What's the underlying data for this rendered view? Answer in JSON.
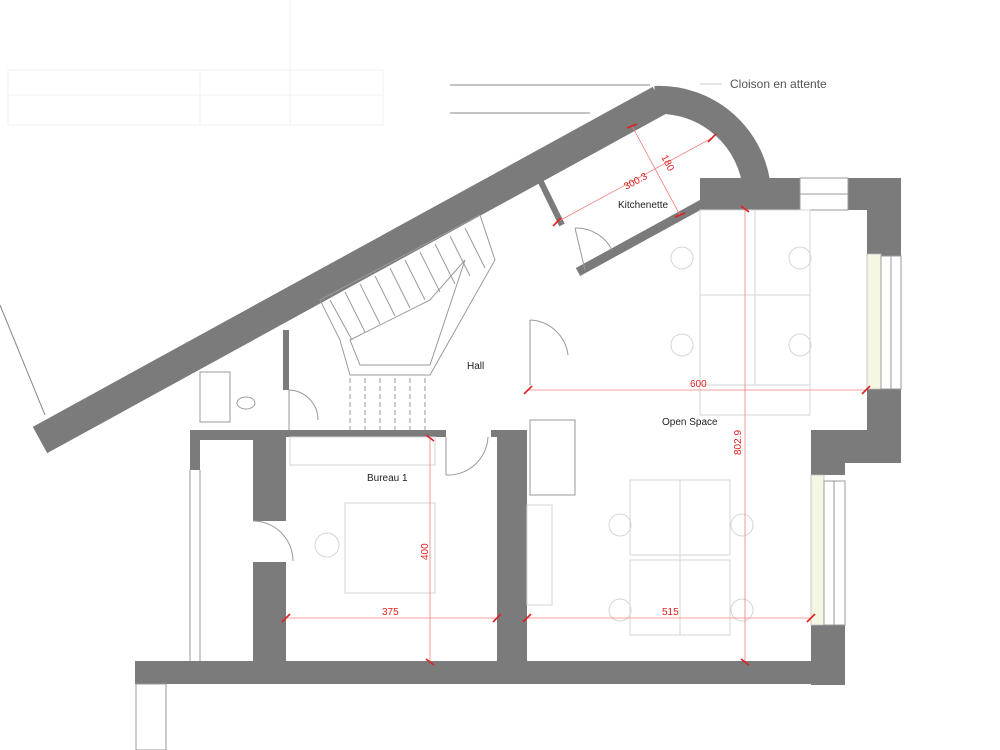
{
  "plan": {
    "rooms": {
      "kitchenette": "Kitchenette",
      "hall": "Hall",
      "open_space": "Open Space",
      "bureau": "Bureau 1"
    },
    "notes": {
      "partition": "Cloison en attente"
    },
    "dimensions": {
      "kitchen_length": "300.3",
      "kitchen_width": "180",
      "open_space_width": "600",
      "open_space_depth": "802.9",
      "bureau_depth": "400",
      "bureau_width": "375",
      "open_space_lower_width": "515"
    },
    "colors": {
      "wall": "#7b7b7b",
      "dimension": "#e02020",
      "glazing": "#f5f6e4"
    }
  }
}
